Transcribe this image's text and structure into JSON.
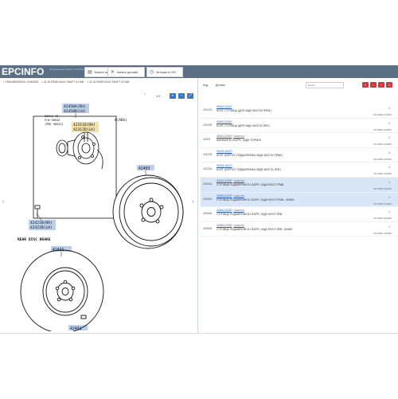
{
  "app": {
    "logo": "EPCINFO",
    "logo_sub": "Электронный каталог TOYOTA"
  },
  "tabs": [
    {
      "label": "Каталог запчастей",
      "icon": "catalog-icon"
    },
    {
      "label": "Каталог деталей",
      "icon": "tools-icon"
    },
    {
      "label": "История по VIN",
      "icon": "clock-icon"
    }
  ],
  "breadcrumbs": [
    "< TRANSMISSION, CHASSIS",
    "> 41-02 REAR AXLE SHAFT & HUB",
    "> 41-02 REAR AXLE SHAFT & HUB"
  ],
  "toolbar": {
    "page": "1",
    "total": "1"
  },
  "diagram": {
    "callouts": {
      "c1": "42450A(RH)",
      "c2": "42450B(LH)",
      "c3": "42311D(RH)",
      "c4": "42312D(LH)",
      "c5": "W(ABS)",
      "c6": "90942-75",
      "c7": "P/N 90942",
      "c8": "(PNC 90942)",
      "c9": "42403",
      "c10": "42421B(RH)",
      "c11": "42422B(LH)",
      "section": "REAR DISC BRAKE",
      "c12": "42431",
      "c13": "42491"
    }
  },
  "parts_panel": {
    "col_code": "Код",
    "col_part": "Деталь",
    "search_placeholder": "Поиск"
  },
  "rows": [
    {
      "code": "42311G",
      "pn": "90942-02047",
      "tag": "",
      "name": "БОЛТ, СТУПИЦА (ДЛЯ ЗАДН МОСТА ПРАВ.)",
      "date": "01/1990-12/2002",
      "qty": "4"
    },
    {
      "code": "42312B",
      "pn": "90942-02047",
      "tag": "",
      "name": "БОЛТ, СТУПИЦА (ДЛЯ ЗАДН МОСТА ЛЕВ.)",
      "date": "01/1990-12/2002",
      "qty": "4"
    },
    {
      "code": "42403",
      "pn": "42431-02020",
      "tag": "(замена)",
      "name": "БАРАБАН В СБОРЕ, ЗАДН ТОРМОЗ",
      "date": "01/1990-12/2002",
      "qty": "2"
    },
    {
      "code": "42421B",
      "pn": "90105-10470",
      "tag": "",
      "name": "БОЛТ (КОРПУС ПОДШИПНИКА ЗАДН МОСТА ПРАВ.)",
      "date": "01/1990-12/2002",
      "qty": "4"
    },
    {
      "code": "42422A",
      "pn": "90105-10470",
      "tag": "",
      "name": "БОЛТ (КОРПУС ПОДШИПНИКА ЗАДН МОСТА ЛЕВ.)",
      "date": "01/1990-12/2002",
      "qty": "4"
    },
    {
      "code": "42450A",
      "pn": "42410-02020",
      "tag": "(замена)",
      "name": "СТУПИЦА ПОДШИПНИК В СБОРЕ, ЗАДН МОСТ.ПРАВ.",
      "date": "01/1990-04/2002",
      "qty": "1"
    },
    {
      "code": "42450A",
      "pn": "42450-02020",
      "tag": "(замена)",
      "name": "СТУПИЦА ПОДШИПНИК В СБОРЕ, ЗАДН МОСТ.ПРАВ., W/ABS",
      "date": "01/1990-12/2002",
      "qty": "1"
    },
    {
      "code": "42460A",
      "pn": "42460-02020",
      "tag": "(замена)",
      "name": "СТУПИЦА ПОДШИПНИК В СБОРЕ, ЗАДН МОСТ.ЛЕВ.",
      "date": "01/1990-04/2002",
      "qty": "1"
    },
    {
      "code": "42460B",
      "pn": "42450-02020",
      "tag": "(замена)",
      "name": "СТУПИЦА ПОДШИПНИК В СБОРЕ, ЗАДН МОСТ.ЛЕВ., W/ABS",
      "date": "01/1990-12/2002",
      "qty": "1"
    }
  ],
  "colors": {
    "header": "#5b6f86",
    "selected_row": "#d9e6f7",
    "accent_blue": "#3a78c2",
    "accent_red": "#d0383f",
    "label_highlight": "#bcd0ee",
    "label_highlight_alt": "#f3e2a8"
  }
}
